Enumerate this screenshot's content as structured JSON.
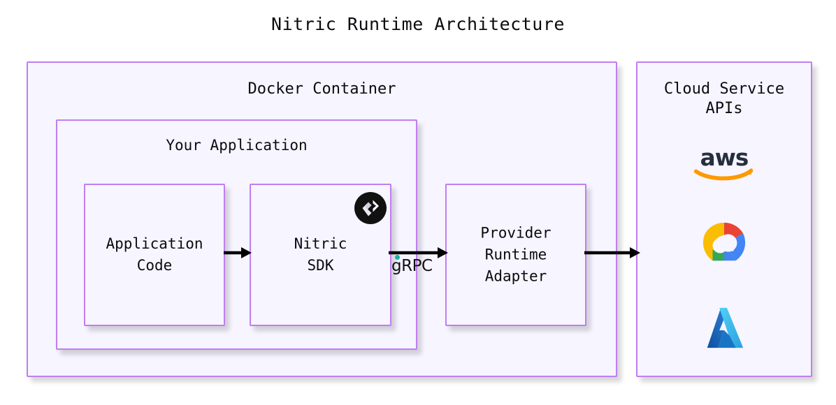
{
  "diagram": {
    "title": "Nitric Runtime Architecture",
    "theme": {
      "box_border": "#c07ef0",
      "box_fill": "#f7f5ff",
      "page_background": "#ffffff",
      "text": "#0b0b0f",
      "arrow": "#000000",
      "grpc_accent": "#17b3a8"
    }
  },
  "docker_container": {
    "label": "Docker Container",
    "your_application": {
      "label": "Your Application",
      "boxes": [
        {
          "id": "application-code",
          "label": "Application\nCode"
        },
        {
          "id": "nitric-sdk",
          "label": "Nitric\nSDK",
          "badge_icon": "nitric-logo-icon"
        }
      ]
    },
    "provider_adapter": {
      "id": "provider-runtime-adapter",
      "label": "Provider\nRuntime\nAdapter"
    }
  },
  "cloud_service_panel": {
    "label": "Cloud Service\nAPIs",
    "providers": [
      {
        "id": "aws",
        "name": "aws",
        "icon": "aws-logo-icon",
        "colors": [
          "#252f3e",
          "#ff9900"
        ]
      },
      {
        "id": "gcp",
        "name": "Google Cloud",
        "icon": "gcp-logo-icon",
        "colors": [
          "#ea4335",
          "#fbbc04",
          "#34a853",
          "#4285f4"
        ]
      },
      {
        "id": "azure",
        "name": "Azure",
        "icon": "azure-logo-icon",
        "colors": [
          "#0e5ba6",
          "#49c5f1"
        ]
      }
    ]
  },
  "connections": [
    {
      "id": "code-to-sdk",
      "from": "application-code",
      "to": "nitric-sdk",
      "label": ""
    },
    {
      "id": "sdk-to-adapter",
      "from": "nitric-sdk",
      "to": "provider-runtime-adapter",
      "label": "gRPC"
    },
    {
      "id": "adapter-to-cloud",
      "from": "provider-runtime-adapter",
      "to": "cloud-service-panel",
      "label": ""
    }
  ]
}
